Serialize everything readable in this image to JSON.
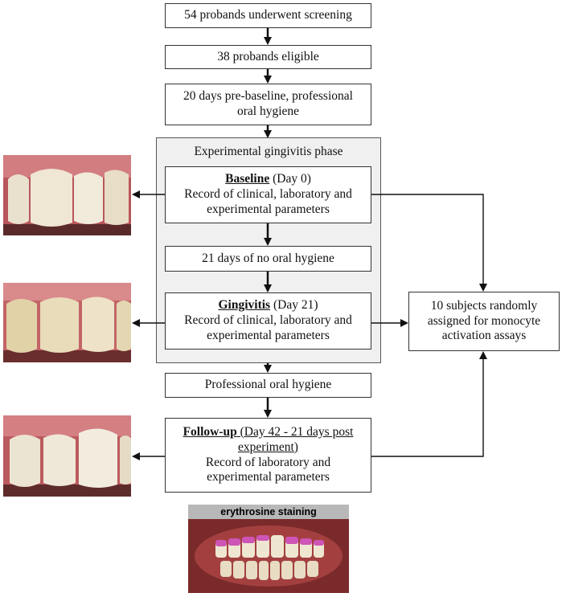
{
  "steps": {
    "screening": "54 probands underwent screening",
    "eligible": "38 probands eligible",
    "prebaseline_line1": "20 days pre-baseline, professional",
    "prebaseline_line2": "oral hygiene",
    "phase_title": "Experimental gingivitis phase",
    "baseline_title": "Baseline",
    "baseline_day": " (Day 0)",
    "baseline_line1": "Record of clinical, laboratory and",
    "baseline_line2": "experimental parameters",
    "no_hygiene": "21 days of no oral hygiene",
    "gingivitis_title": "Gingivitis",
    "gingivitis_day": " (Day 21)",
    "gingivitis_line1": "Record of clinical, laboratory and",
    "gingivitis_line2": "experimental parameters",
    "professional": "Professional oral hygiene",
    "followup_title": "Follow-up",
    "followup_day": " (Day 42 - 21 days post",
    "followup_day2": "experiment)",
    "followup_line1": "Record of laboratory and",
    "followup_line2": "experimental parameters",
    "subjects_line1": "10 subjects randomly",
    "subjects_line2": "assigned for monocyte",
    "subjects_line3": "activation assays"
  },
  "photos": {
    "staining_label": "erythrosine staining"
  },
  "colors": {
    "phase_bg": "#f0f0f0",
    "gum": "#c45f64",
    "tooth": "#ede3cd",
    "stain": "#c93bb0"
  }
}
